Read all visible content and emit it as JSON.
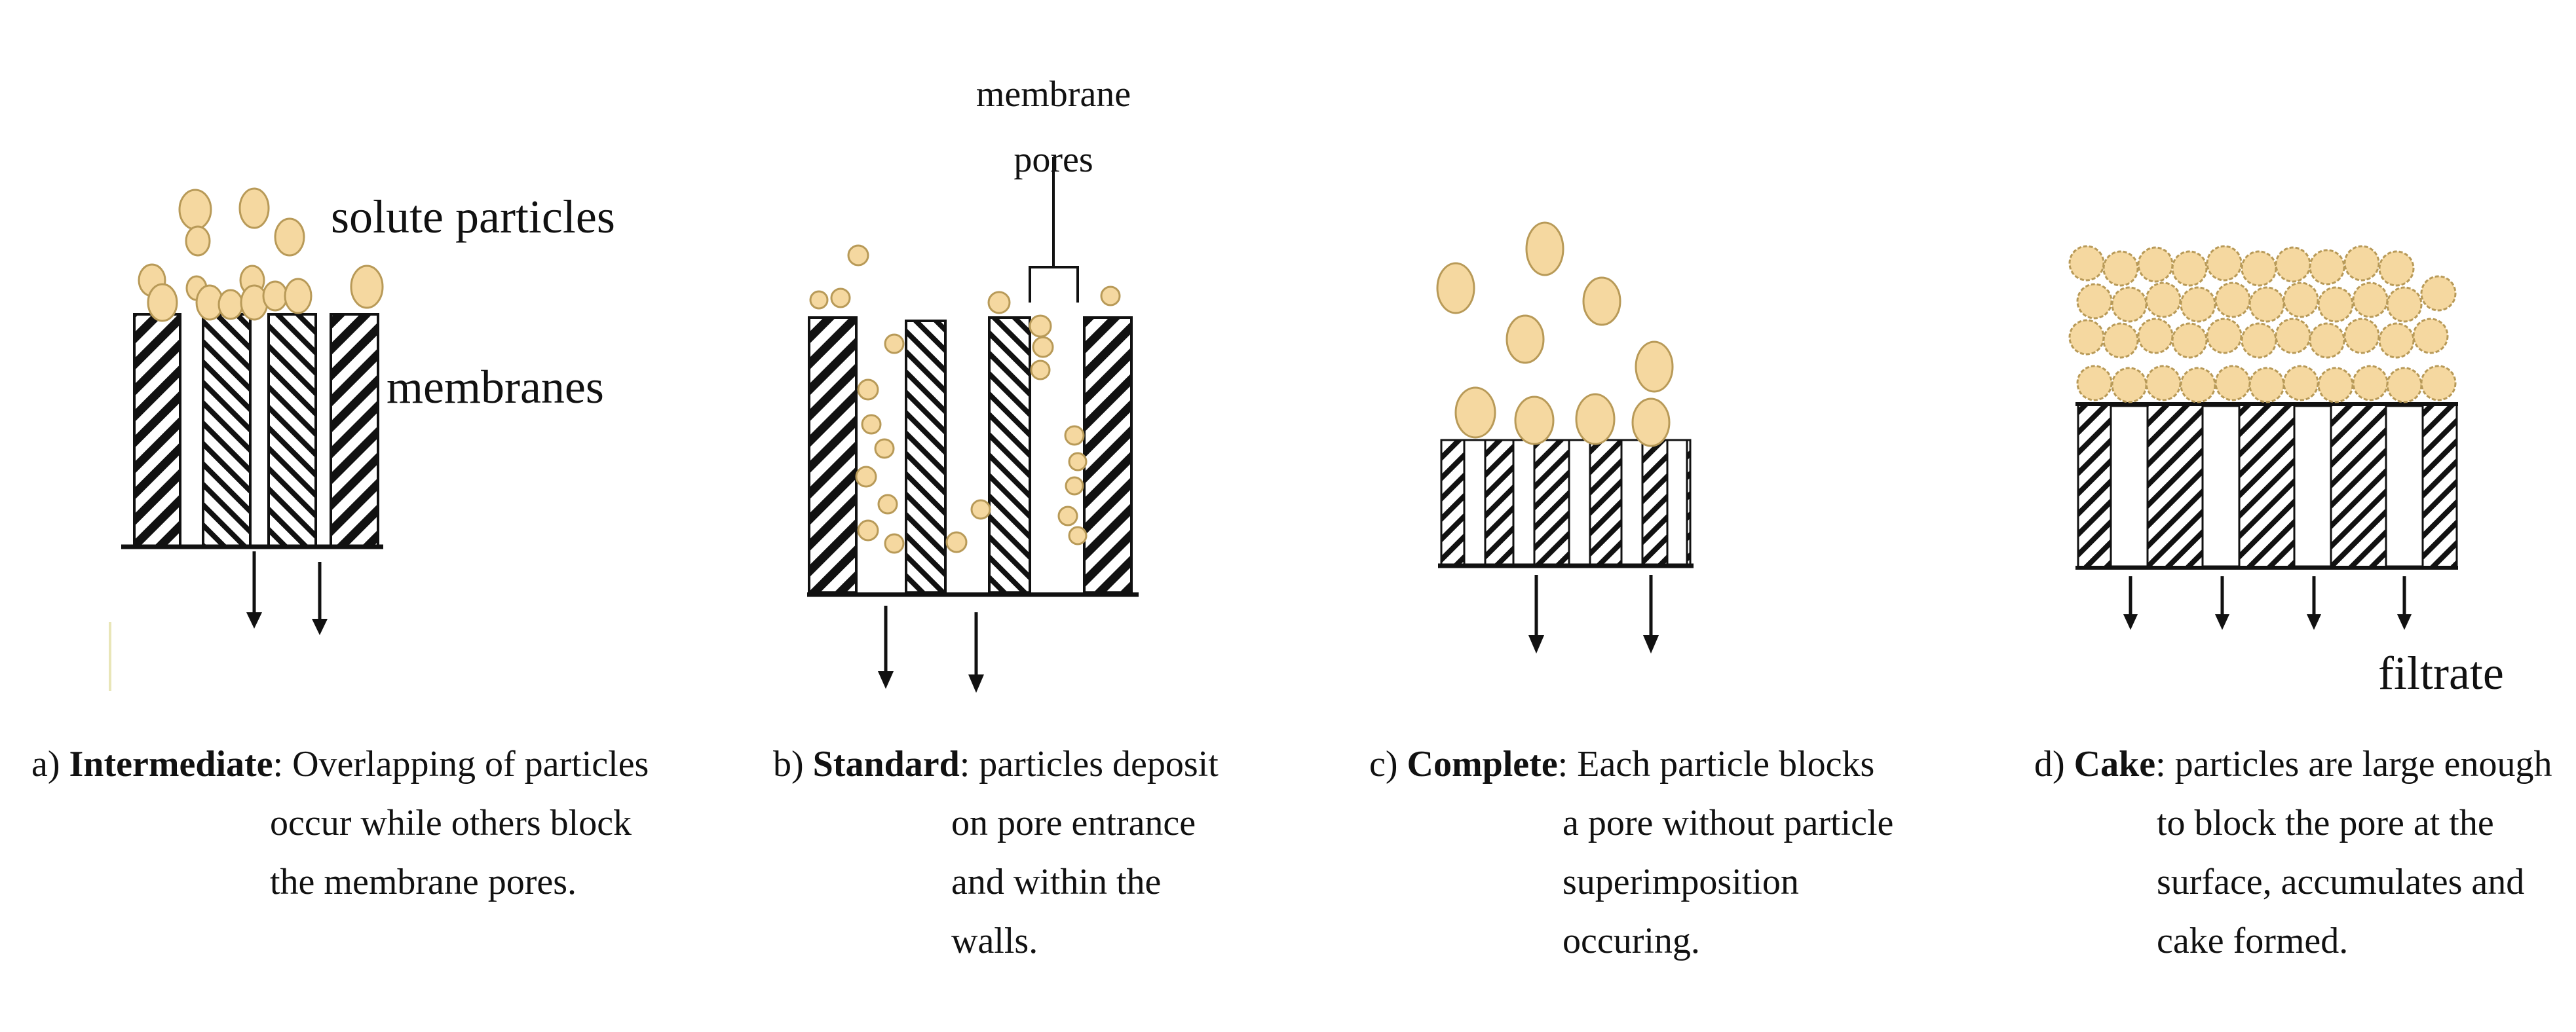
{
  "colors": {
    "particle_fill": "#f5d8a0",
    "particle_stroke": "#b89a58",
    "line": "#111111",
    "background": "#ffffff"
  },
  "labels": {
    "solute_particles": "solute particles",
    "membranes": "membranes",
    "membrane_pores_line1": "membrane",
    "membrane_pores_line2": "pores",
    "filtrate": "filtrate"
  },
  "panels": [
    {
      "id": "a",
      "prefix": "a) ",
      "name": "Intermediate",
      "caption_lines": [
        ": Overlapping of particles",
        "occur while others block",
        "the membrane pores."
      ]
    },
    {
      "id": "b",
      "prefix": "b) ",
      "name": "Standard",
      "caption_lines": [
        ": particles deposit",
        "on pore entrance",
        "and within the",
        "walls."
      ]
    },
    {
      "id": "c",
      "prefix": "c) ",
      "name": "Complete",
      "caption_lines": [
        ": Each particle blocks",
        "a pore without particle",
        "superimposition",
        "occuring."
      ]
    },
    {
      "id": "d",
      "prefix": "d) ",
      "name": "Cake",
      "caption_lines": [
        ": particles are large enough",
        "to block the pore at the",
        "surface, accumulates and",
        "cake formed."
      ]
    }
  ],
  "icons": [
    "down-arrow-icon",
    "particle-icon",
    "hatched-wall-icon"
  ]
}
